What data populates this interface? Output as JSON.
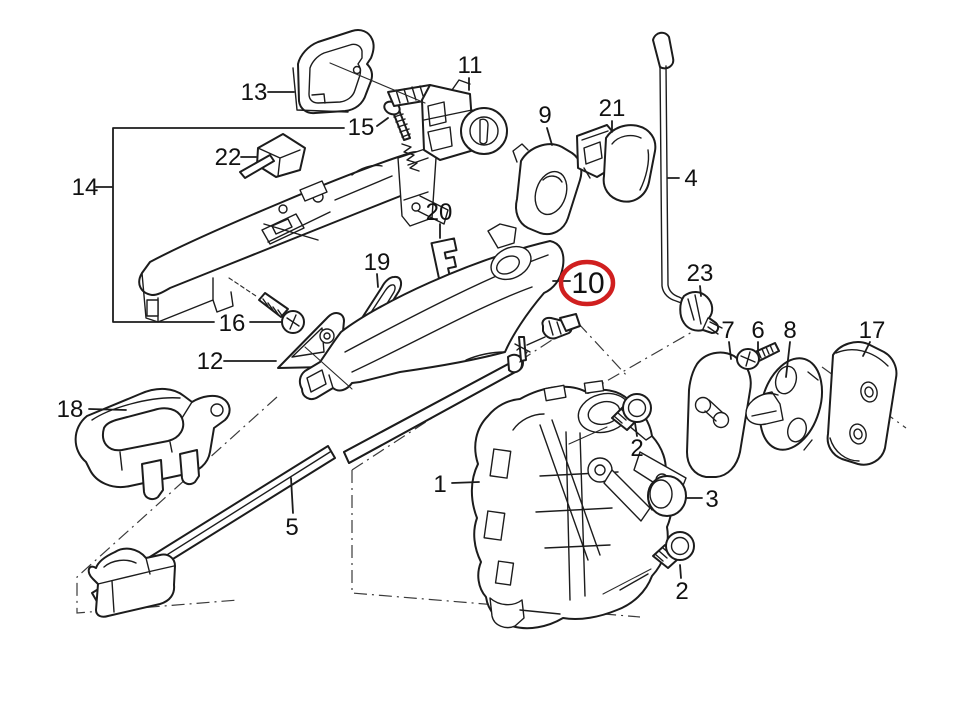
{
  "diagram": {
    "type": "exploded-parts-diagram",
    "subject": "door lock and exterior handle assembly",
    "background_color": "#ffffff",
    "line_color": "#1c1c1c"
  },
  "highlight": {
    "part_label": "10",
    "color": "#d01f1f"
  },
  "callouts": {
    "c1": "1",
    "c2": "2",
    "c3": "3",
    "c4": "4",
    "c5": "5",
    "c6": "6",
    "c7": "7",
    "c8": "8",
    "c9": "9",
    "c10": "10",
    "c11": "11",
    "c12": "12",
    "c13": "13",
    "c14": "14",
    "c15": "15",
    "c16": "16",
    "c17": "17",
    "c18": "18",
    "c19": "19",
    "c20": "20",
    "c21": "21",
    "c22": "22",
    "c23": "23"
  }
}
